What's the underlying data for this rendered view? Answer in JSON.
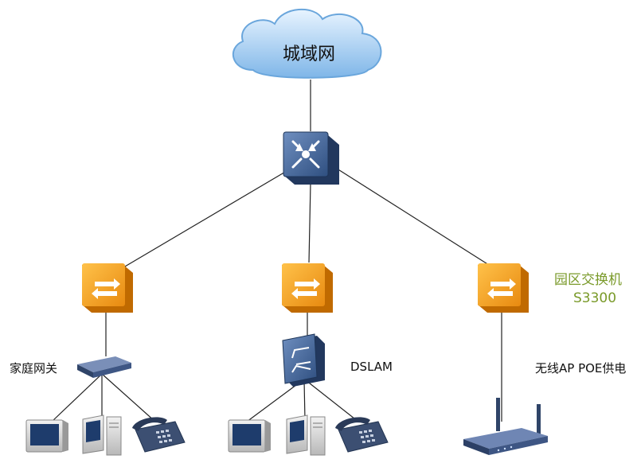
{
  "cloud": {
    "label": "城域网"
  },
  "labels": {
    "home_gateway": "家庭网关",
    "dslam": "DSLAM",
    "wireless_ap": "无线AP POE供电",
    "campus_switch_line1": "园区交换机",
    "campus_switch_line2": "S3300"
  },
  "colors": {
    "core_switch": "#4a6a9a",
    "access_switch": "#f0a020",
    "annotation": "#7a9a2a",
    "links": "#222222"
  },
  "icons": [
    "cloud-icon",
    "core-switch-icon",
    "access-switch-icon",
    "home-gateway-icon",
    "dslam-icon",
    "monitor-icon",
    "pc-icon",
    "phone-icon",
    "wireless-router-icon"
  ]
}
